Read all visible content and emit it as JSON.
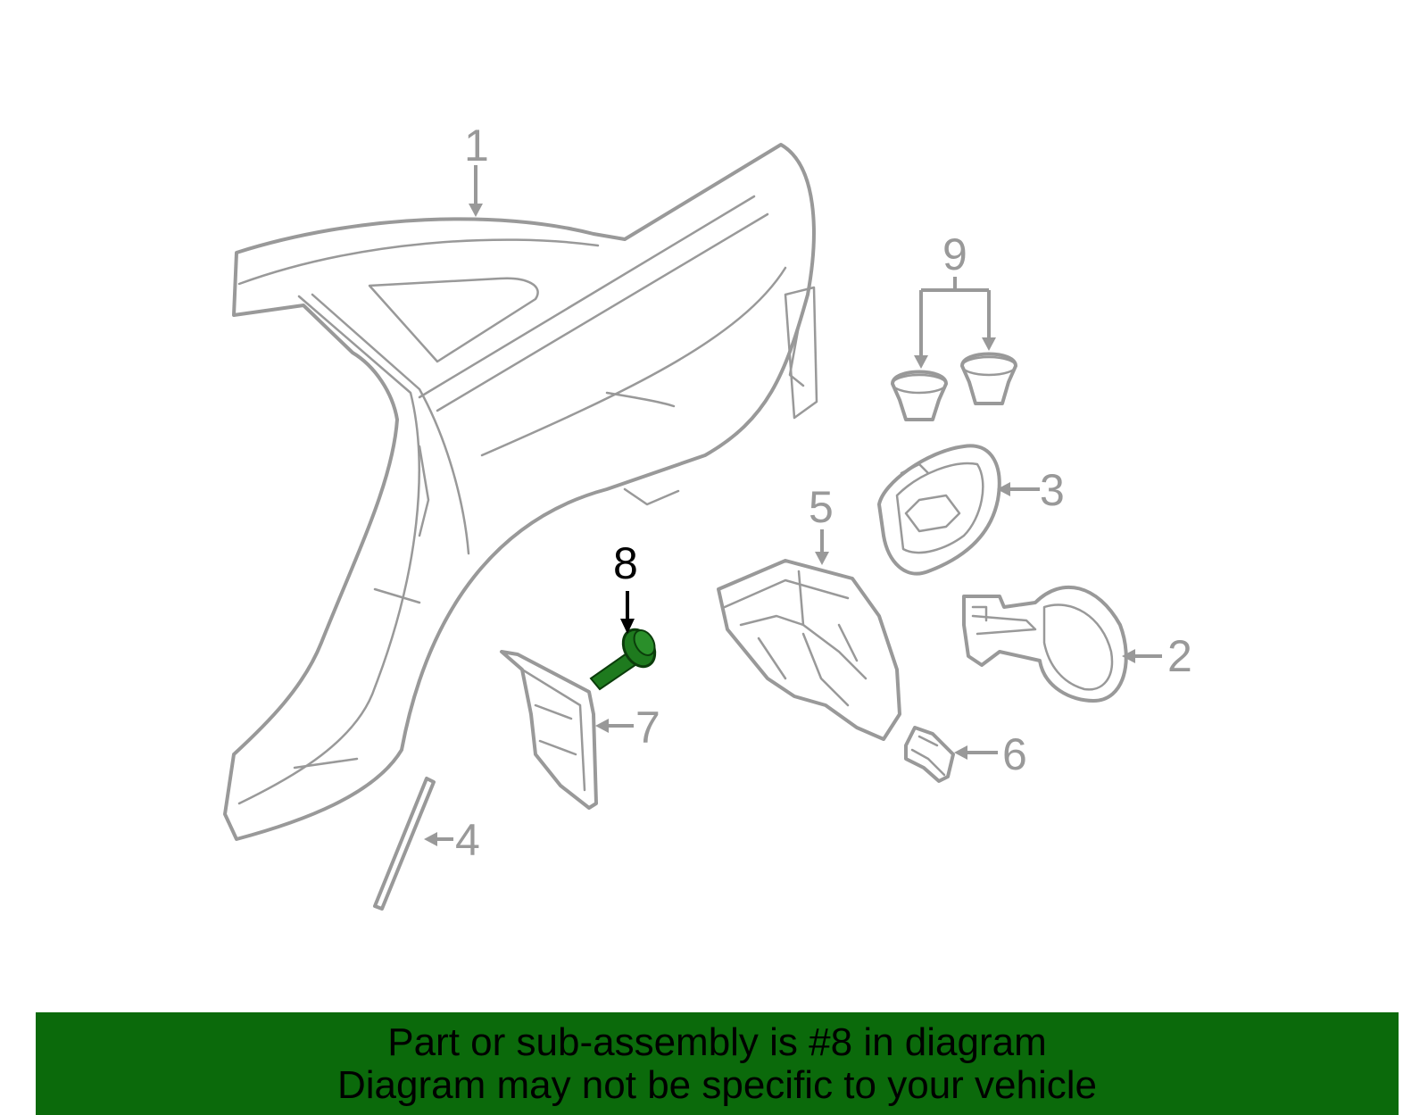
{
  "diagram": {
    "labels": [
      "1",
      "2",
      "3",
      "4",
      "5",
      "6",
      "7",
      "8",
      "9"
    ],
    "highlighted_part": "8",
    "highlight_color": "#1e7a1e",
    "line_color": "#999999"
  },
  "banner": {
    "line1": "Part or sub-assembly is #8 in diagram",
    "line2": "Diagram may not be specific to your vehicle",
    "background": "#0b6a0b"
  }
}
